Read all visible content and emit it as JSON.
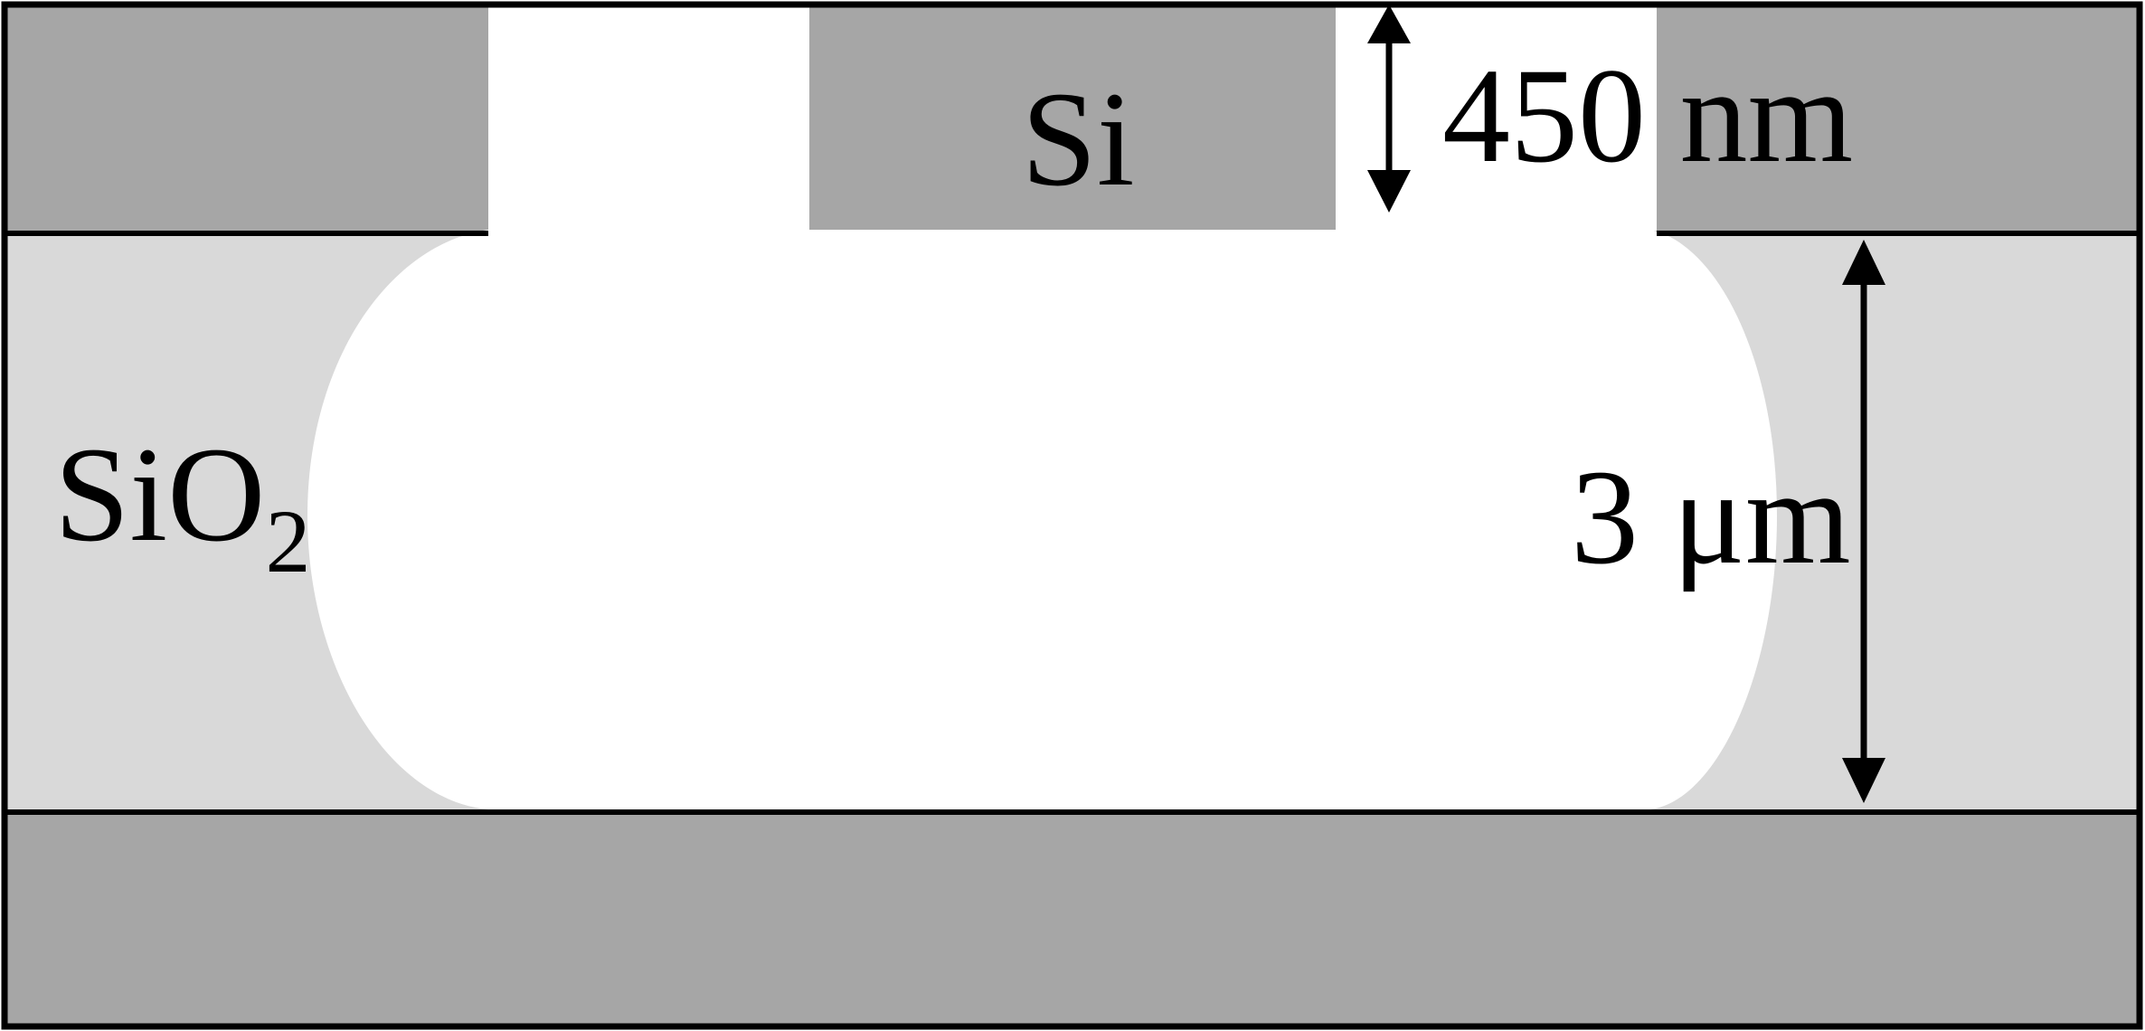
{
  "labels": {
    "top_layer": "Si",
    "middle_layer": "SiO",
    "middle_layer_subscript": "2",
    "top_thickness": "450 nm",
    "middle_thickness": "3 μm"
  },
  "colors": {
    "si": "#a6a6a6",
    "sio2": "#d9d9d9",
    "void": "#ffffff",
    "line": "#000000"
  }
}
